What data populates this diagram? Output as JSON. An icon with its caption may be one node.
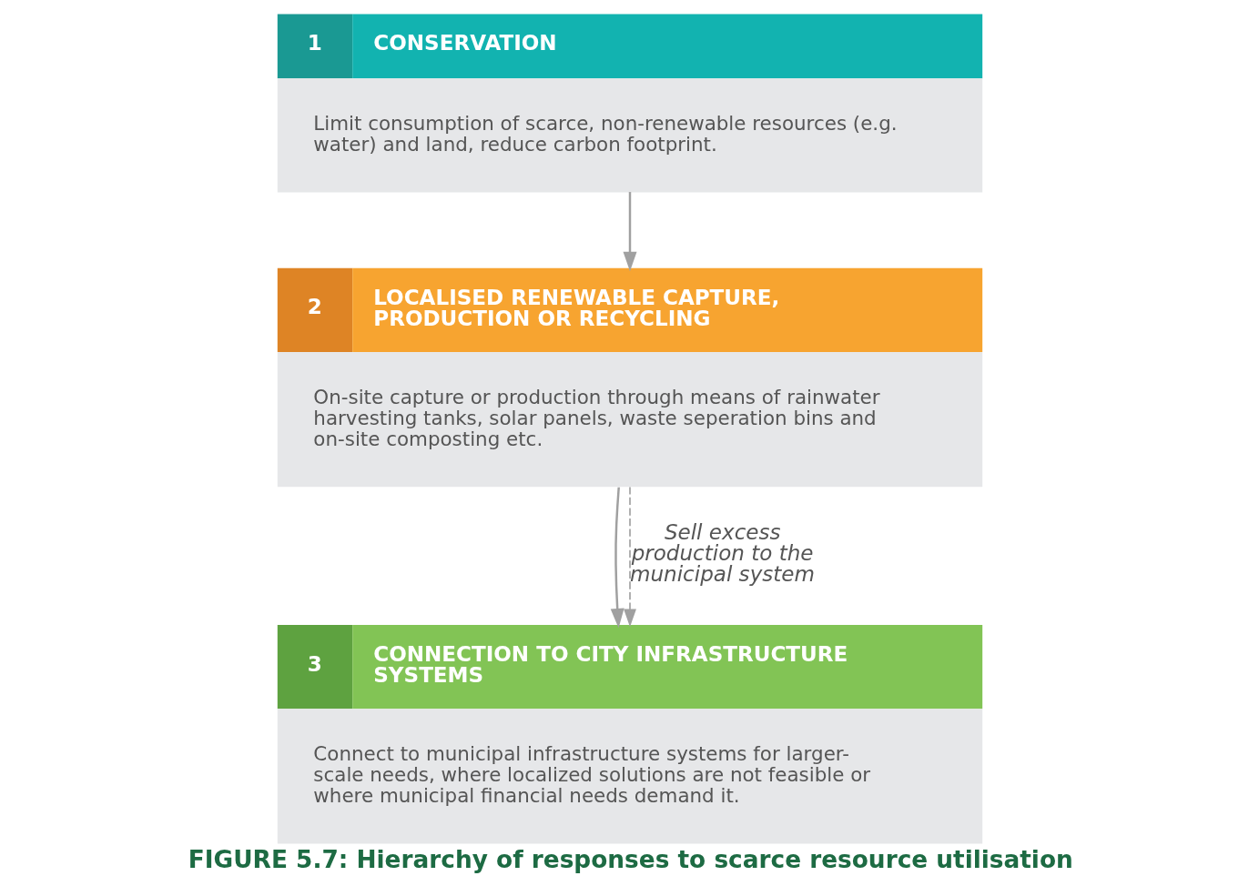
{
  "diagram": {
    "caption": "FIGURE 5.7: Hierarchy of responses to scarce resource utilisation",
    "nodes": [
      {
        "text": [
          "1",
          "CONSERVATION",
          "Limit consumption of scarce, non-renewable resources (e.g. water) and land, reduce carbon footprint."
        ]
      },
      {
        "text": [
          "2",
          "LOCALISED RENEWABLE CAPTURE, PRODUCTION OR RECYCLING",
          "On-site capture or production through means of rainwater harvesting tanks, solar panels, waste seperation bins and on-site composting etc."
        ]
      },
      {
        "text": [
          "3",
          "CONNECTION TO CITY INFRASTRUCTURE SYSTEMS",
          "Connect to municipal infrastructure systems for larger-scale needs, where localized solutions are not feasible or where municipal financial needs demand it."
        ]
      }
    ],
    "edges": [
      {
        "from": 0,
        "to": 1,
        "arrow": "to"
      },
      {
        "from": 1,
        "to": 2,
        "arrow": "to"
      },
      {
        "from": 1,
        "to": 2,
        "arrow": "to",
        "style": "dashed",
        "label": "Sell excess production to the municipal system"
      }
    ]
  }
}
